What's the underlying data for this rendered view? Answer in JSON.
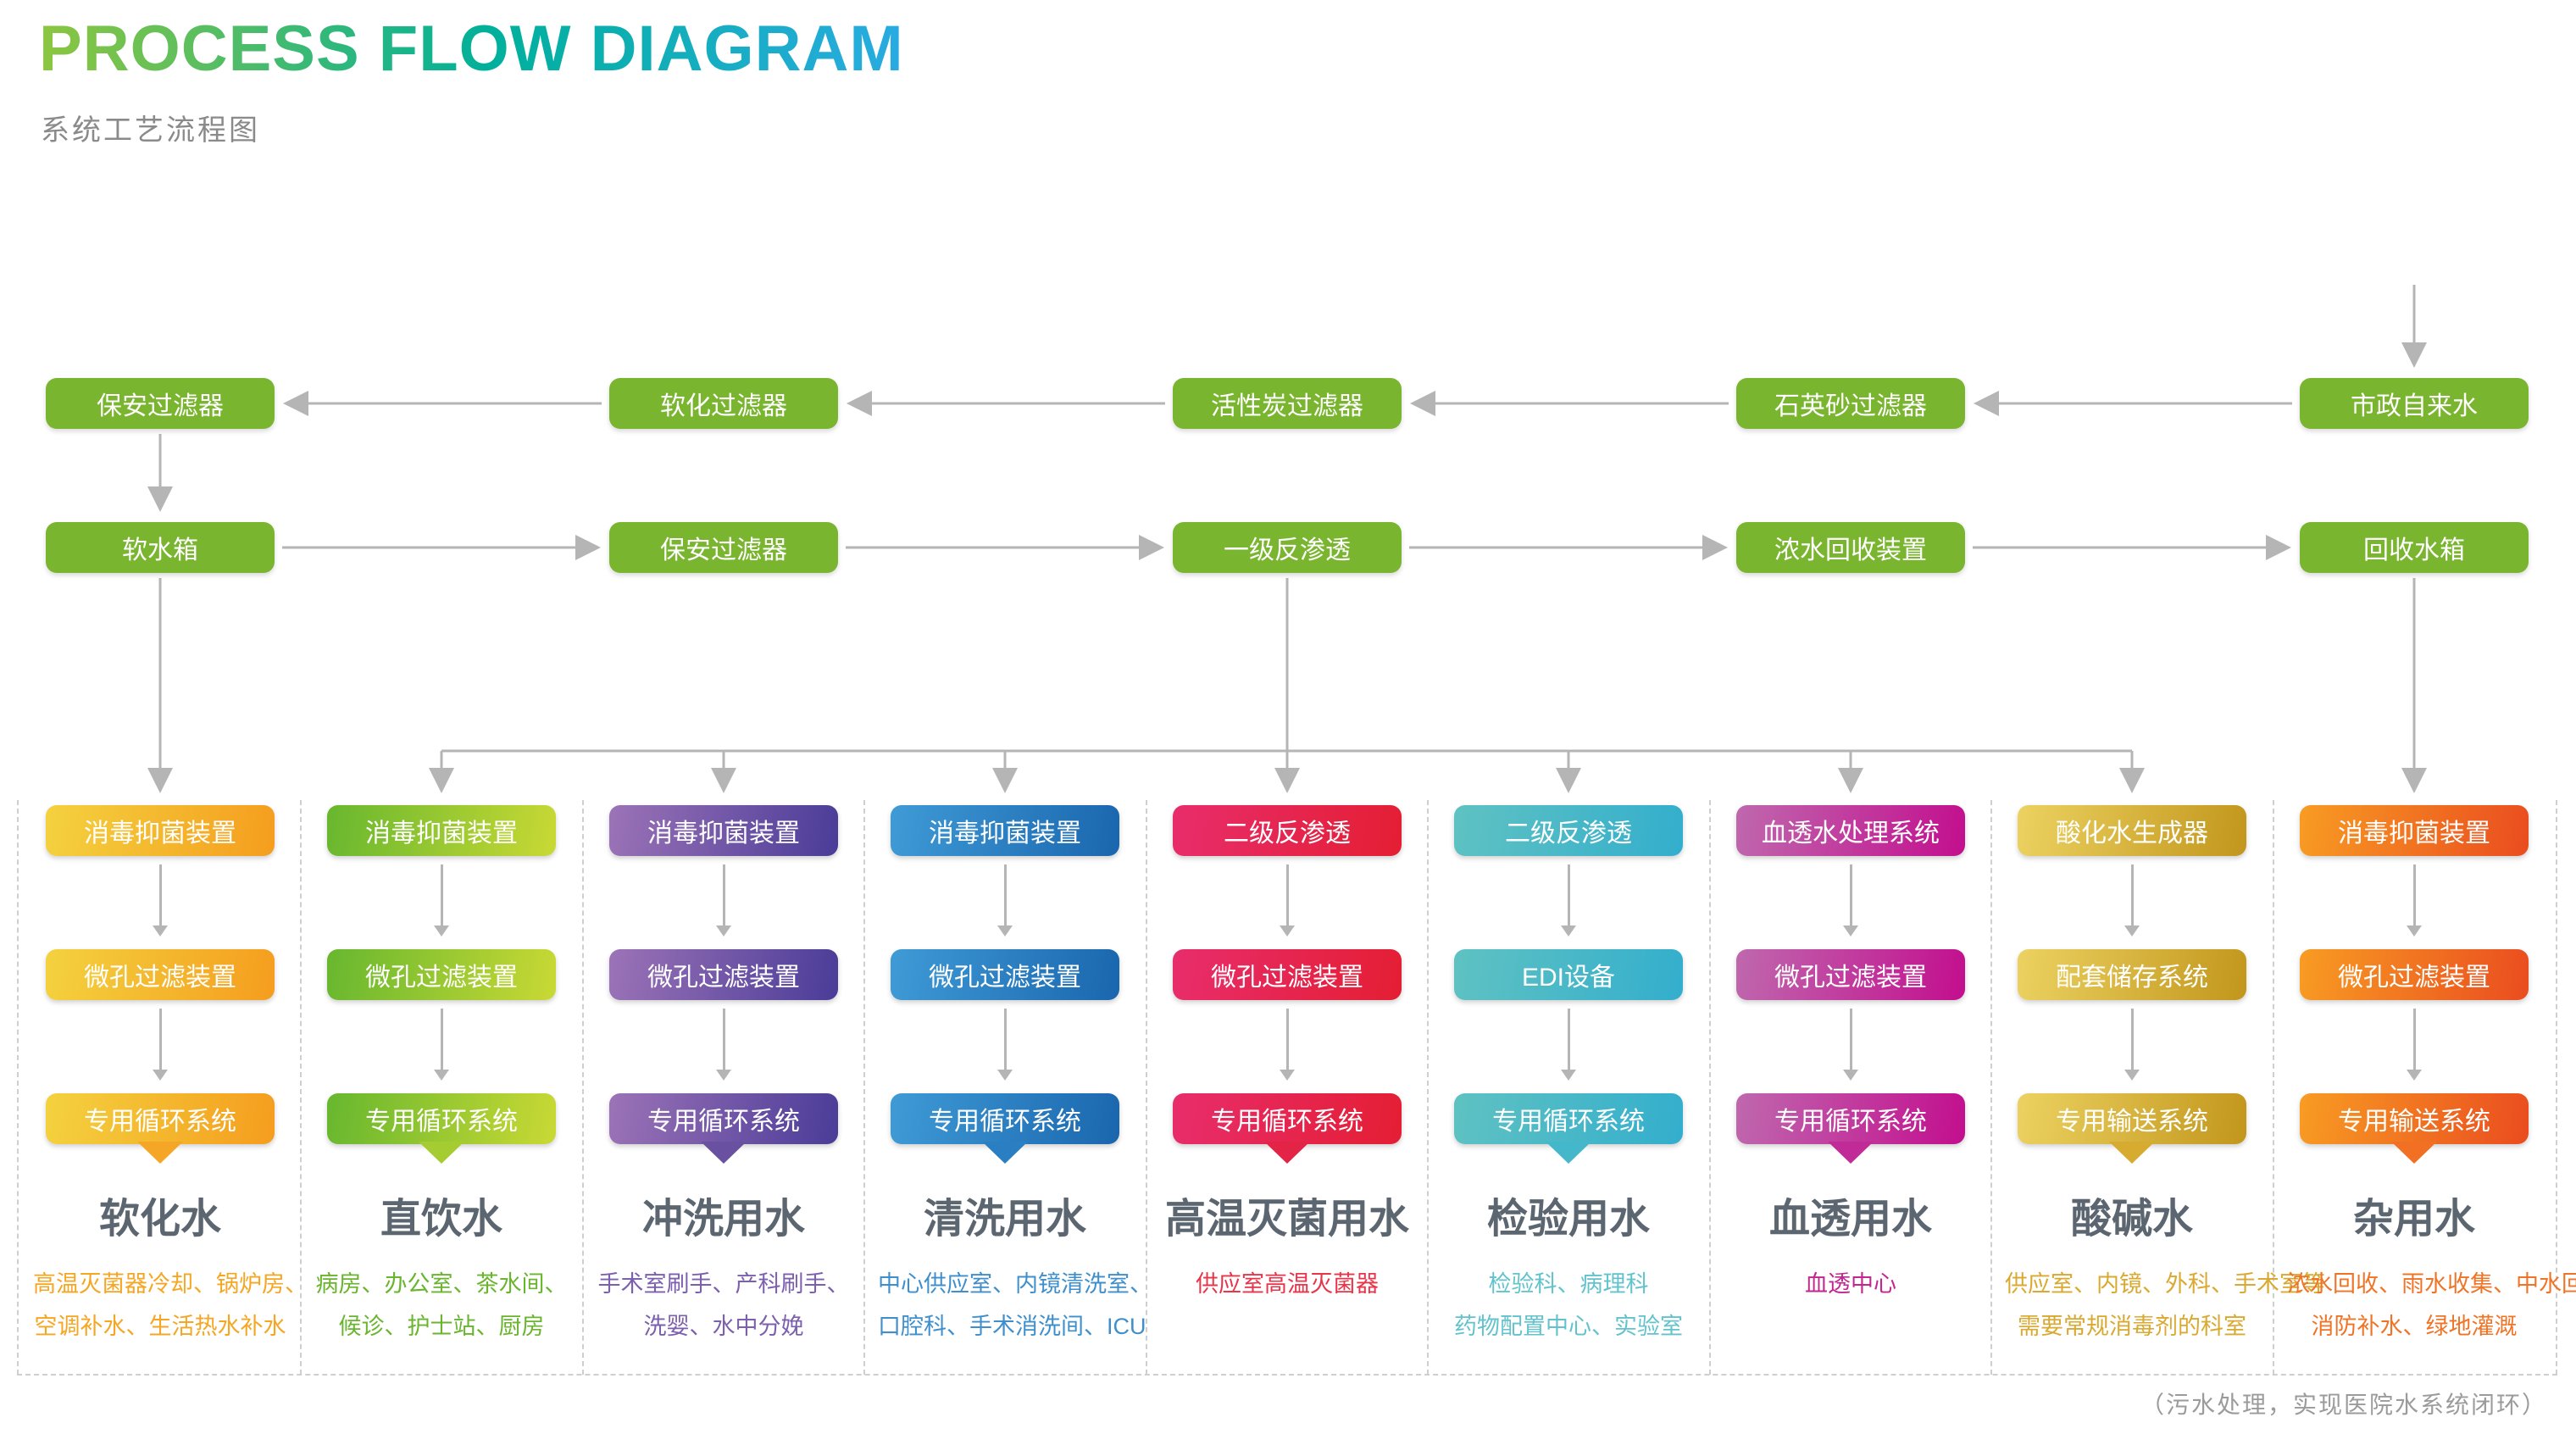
{
  "header": {
    "title": "PROCESS FLOW DIAGRAM",
    "subtitle": "系统工艺流程图"
  },
  "flow_top": [
    "保安过滤器",
    "软化过滤器",
    "活性炭过滤器",
    "石英砂过滤器",
    "市政自来水"
  ],
  "flow_mid": [
    "软水箱",
    "保安过滤器",
    "一级反渗透",
    "浓水回收装置",
    "回收水箱"
  ],
  "columns": [
    {
      "boxes": [
        "消毒抑菌装置",
        "微孔过滤装置",
        "专用循环系统"
      ],
      "title": "软化水",
      "desc": [
        "高温灭菌器冷却、锅炉房、",
        "空调补水、生活热水补水"
      ],
      "colors": {
        "from": "#f4d23f",
        "to": "#f59d1e",
        "tail": "#f6a626",
        "desc": "#f5a623"
      }
    },
    {
      "boxes": [
        "消毒抑菌装置",
        "微孔过滤装置",
        "专用循环系统"
      ],
      "title": "直饮水",
      "desc": [
        "病房、办公室、茶水间、",
        "候诊、护士站、厨房"
      ],
      "colors": {
        "from": "#67b72f",
        "to": "#c9d934",
        "tail": "#a5cc31",
        "desc": "#6ab52e"
      }
    },
    {
      "boxes": [
        "消毒抑菌装置",
        "微孔过滤装置",
        "专用循环系统"
      ],
      "title": "冲洗用水",
      "desc": [
        "手术室刷手、产科刷手、",
        "洗婴、水中分娩"
      ],
      "colors": {
        "from": "#9c73b7",
        "to": "#4a3c98",
        "tail": "#6950a1",
        "desc": "#7c5fae"
      }
    },
    {
      "boxes": [
        "消毒抑菌装置",
        "微孔过滤装置",
        "专用循环系统"
      ],
      "title": "清洗用水",
      "desc": [
        "中心供应室、内镜清洗室、",
        "口腔科、手术消洗间、ICU"
      ],
      "colors": {
        "from": "#3f9bd6",
        "to": "#1a66ae",
        "tail": "#2a7fc2",
        "desc": "#3f8fcc"
      }
    },
    {
      "boxes": [
        "二级反渗透",
        "微孔过滤装置",
        "专用循环系统"
      ],
      "title": "高温灭菌用水",
      "desc": [
        "供应室高温灭菌器",
        ""
      ],
      "colors": {
        "from": "#e82d6c",
        "to": "#e41e33",
        "tail": "#e42447",
        "desc": "#e8354a"
      }
    },
    {
      "boxes": [
        "二级反渗透",
        "EDI设备",
        "专用循环系统"
      ],
      "title": "检验用水",
      "desc": [
        "检验科、病理科",
        "药物配置中心、实验室"
      ],
      "colors": {
        "from": "#5fc2c2",
        "to": "#33aecd",
        "tail": "#45b7cb",
        "desc": "#63c3cd"
      }
    },
    {
      "boxes": [
        "血透水处理系统",
        "微孔过滤装置",
        "专用循环系统"
      ],
      "title": "血透用水",
      "desc": [
        "血透中心",
        ""
      ],
      "colors": {
        "from": "#bf68ae",
        "to": "#c30e8e",
        "tail": "#c12b97",
        "desc": "#c2268f"
      }
    },
    {
      "boxes": [
        "酸化水生成器",
        "配套储存系统",
        "专用输送系统"
      ],
      "title": "酸碱水",
      "desc": [
        "供应室、内镜、外科、手术室等",
        "需要常规消毒剂的科室"
      ],
      "colors": {
        "from": "#ecd261",
        "to": "#c2961c",
        "tail": "#d6ab2f",
        "desc": "#d9a930"
      }
    },
    {
      "boxes": [
        "消毒抑菌装置",
        "微孔过滤装置",
        "专用输送系统"
      ],
      "title": "杂用水",
      "desc": [
        "浓水回收、雨水收集、中水回用、",
        "消防补水、绿地灌溉"
      ],
      "colors": {
        "from": "#f89c23",
        "to": "#ea4c1f",
        "tail": "#f17024",
        "desc": "#f07426"
      }
    }
  ],
  "footnote": "（污水处理，实现医院水系统闭环）",
  "colors": {
    "green": "#7ab52f",
    "arrow": "#b5b5b5",
    "heading": "#5b6670",
    "dash": "#cfcfcf",
    "note": "#9b9b9b",
    "title_gradient": [
      "#8dc63f",
      "#00b09b",
      "#29abe2"
    ]
  }
}
